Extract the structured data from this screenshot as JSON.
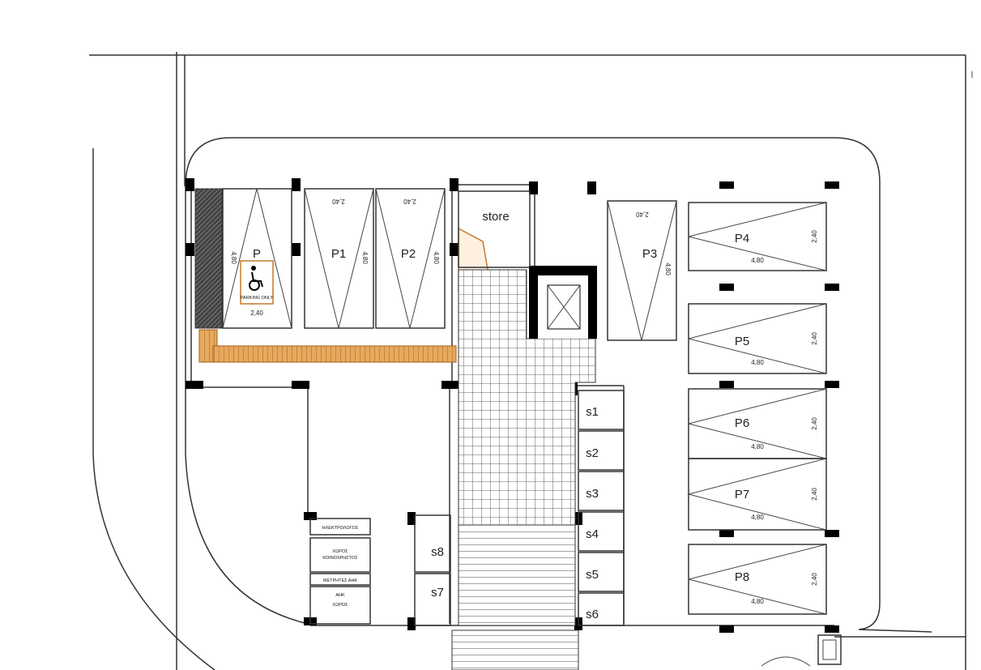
{
  "parking_bays": [
    {
      "label": "P",
      "dim_w": "2,40",
      "dim_l": "4,80"
    },
    {
      "label": "P1",
      "dim_w": "2,40",
      "dim_l": "4,80"
    },
    {
      "label": "P2",
      "dim_w": "2,40",
      "dim_l": "4,80"
    },
    {
      "label": "P3",
      "dim_w": "2,40",
      "dim_l": "4,80"
    },
    {
      "label": "P4",
      "dim_w": "2,40",
      "dim_l": "4,80"
    },
    {
      "label": "P5",
      "dim_w": "2,40",
      "dim_l": "4,80"
    },
    {
      "label": "P6",
      "dim_w": "2,40",
      "dim_l": "4,80"
    },
    {
      "label": "P7",
      "dim_w": "2,40",
      "dim_l": "4,80"
    },
    {
      "label": "P8",
      "dim_w": "2,40",
      "dim_l": "4,80"
    }
  ],
  "accessible_sign_text": "PARKING ONLY",
  "store_label": "store",
  "storage_units": [
    "s1",
    "s2",
    "s3",
    "s4",
    "s5",
    "s6",
    "s7",
    "s8"
  ],
  "service_rooms": {
    "electric": "ΗΛΕΚΤΡΟΛΟΓΟΣ",
    "common_1": "ΧΩΡΟΣ",
    "common_2": "ΚΟΙΝΟΧΡΗΣΤΟΣ",
    "meters": "ΜΕΤΡΗΤΕΣ ΑΗΚ",
    "ahk_1": "ΑΗΚ",
    "ahk_2": "ΧΩΡΟΣ"
  },
  "colors": {
    "ramp": "#e0a050",
    "columns": "#000000",
    "lines": "#333333"
  }
}
